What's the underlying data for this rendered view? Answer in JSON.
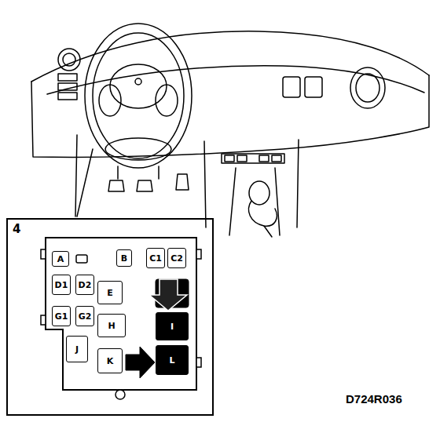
{
  "diagram": {
    "nodes": [
      {
        "text": [
          "4"
        ]
      },
      {
        "text": [
          "A"
        ],
        "in": 0
      },
      {
        "text": [
          "B"
        ],
        "in": 0
      },
      {
        "text": [
          "C1"
        ],
        "in": 0
      },
      {
        "text": [
          "C2"
        ],
        "in": 0
      },
      {
        "text": [
          "D1"
        ],
        "in": 0
      },
      {
        "text": [
          "D2"
        ],
        "in": 0
      },
      {
        "text": [
          "E"
        ],
        "in": 0
      },
      {
        "text": [
          "G1"
        ],
        "in": 0
      },
      {
        "text": [
          "G2"
        ],
        "in": 0
      },
      {
        "text": [
          "H"
        ],
        "in": 0
      },
      {
        "text": [
          "I"
        ],
        "in": 0
      },
      {
        "text": [
          "J"
        ],
        "in": 0
      },
      {
        "text": [
          "K"
        ],
        "in": 0
      },
      {
        "text": [
          "L"
        ],
        "in": 0
      }
    ],
    "labels": [
      "D724R036"
    ]
  }
}
